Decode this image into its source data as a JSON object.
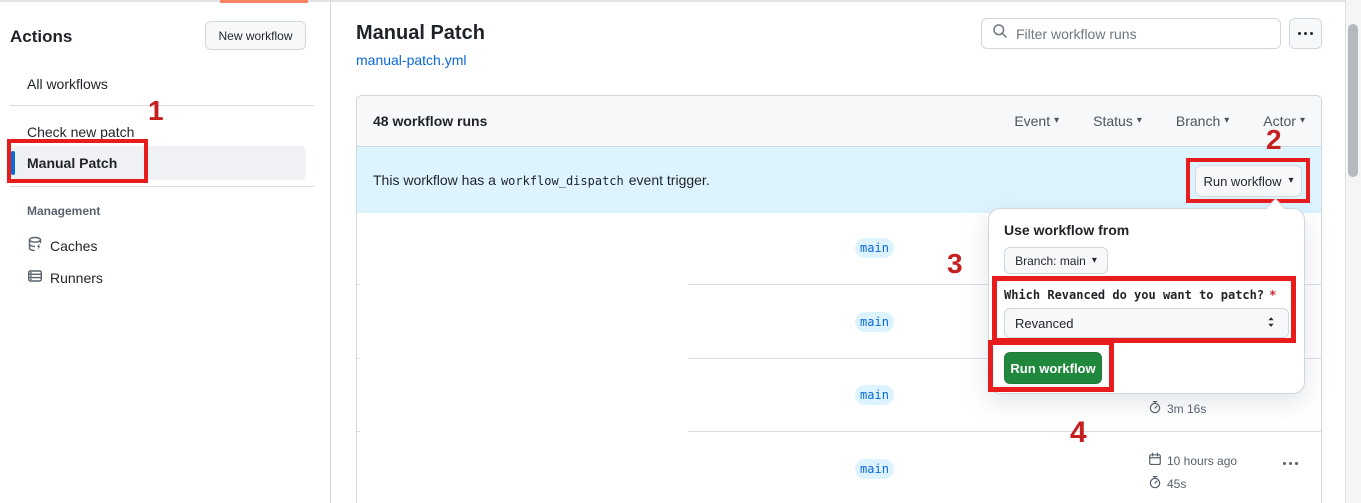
{
  "sidebar": {
    "title": "Actions",
    "new_workflow_button": "New workflow",
    "items": [
      {
        "label": "All workflows",
        "selected": false
      },
      {
        "label": "Check new patch",
        "selected": false
      },
      {
        "label": "Manual Patch",
        "selected": true
      }
    ],
    "management_label": "Management",
    "management_items": [
      {
        "label": "Caches",
        "icon": "database-icon"
      },
      {
        "label": "Runners",
        "icon": "server-icon"
      }
    ]
  },
  "header": {
    "title": "Manual Patch",
    "workflow_file": "manual-patch.yml",
    "filter_placeholder": "Filter workflow runs"
  },
  "runs_table": {
    "count_label": "48 workflow runs",
    "filters": [
      {
        "label": "Event"
      },
      {
        "label": "Status"
      },
      {
        "label": "Branch"
      },
      {
        "label": "Actor"
      }
    ],
    "banner": {
      "text_before": "This workflow has a",
      "code": "workflow_dispatch",
      "text_after": "event trigger.",
      "run_workflow_button": "Run workflow"
    },
    "rows": [
      {
        "branch": "main"
      },
      {
        "branch": "main"
      },
      {
        "branch": "main",
        "duration": "3m 16s"
      },
      {
        "branch": "main",
        "date": "10 hours ago",
        "duration": "45s"
      }
    ]
  },
  "run_workflow_popup": {
    "title": "Use workflow from",
    "branch_selector": "Branch: main",
    "input_label": "Which Revanced do you want to patch?",
    "required_mark": "*",
    "input_value": "Revanced",
    "submit_button": "Run workflow"
  },
  "annotations": {
    "step_1": "1",
    "step_2": "2",
    "step_3": "3",
    "step_4": "4"
  },
  "colors": {
    "accent_blue": "#0969da",
    "banner_bg": "#ddf4ff",
    "header_bg": "#f6f8fa",
    "border": "#d0d7de",
    "green_button": "#1f883d",
    "annotation_red": "#e71d1d",
    "muted_text": "#59636e",
    "top_bar_orange": "#fd8465"
  }
}
